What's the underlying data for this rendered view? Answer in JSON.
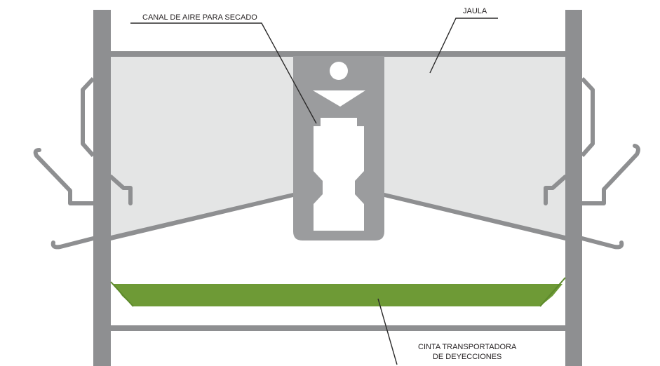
{
  "labels": {
    "canal": "CANAL DE AIRE PARA SECADO",
    "jaula": "JAULA",
    "cinta_line1": "CINTA TRANSPORTADORA",
    "cinta_line2": "DE DEYECCIONES"
  },
  "colors": {
    "frame": "#8e8f91",
    "cage_fill": "#e4e5e5",
    "channel": "#9b9c9e",
    "belt": "#6e9a36",
    "leader": "#2b2a2a",
    "text": "#231f20"
  }
}
